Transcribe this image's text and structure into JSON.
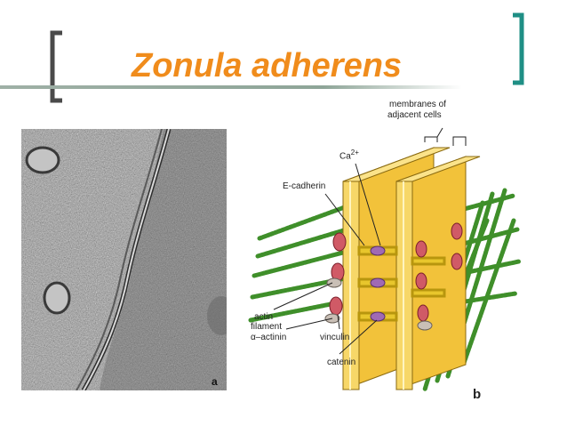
{
  "slide": {
    "title": "Zonula adherens",
    "accent_color": "#f08c1c",
    "bracket_left_color": "#4a4a4a",
    "bracket_right_color": "#1f8f85"
  },
  "panel_a": {
    "letter": "a"
  },
  "panel_b": {
    "letter": "b",
    "labels": {
      "membranes_line1": "membranes of",
      "membranes_line2": "adjacent cells",
      "ca": "Ca",
      "ca_sup": "2+",
      "e_cadherin": "E-cadherin",
      "actin_line1": "actin",
      "actin_line2": "filament",
      "alpha_actinin": "α–actinin",
      "vinculin": "vinculin",
      "catenin": "catenin"
    }
  }
}
